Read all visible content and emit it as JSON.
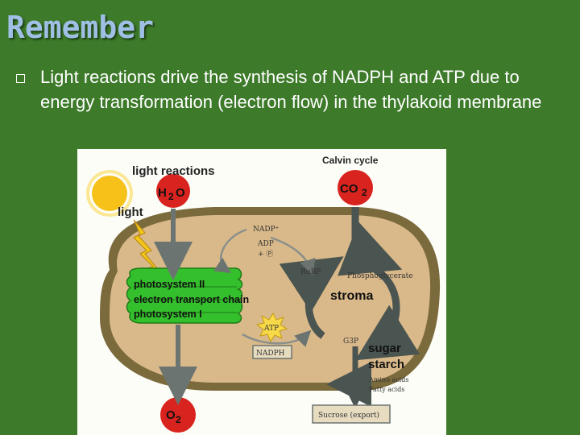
{
  "slide": {
    "title": "Remember",
    "bullet_text": "Light reactions drive the synthesis of NADPH and ATP due to energy transformation (electron flow) in the thylakoid membrane"
  },
  "figure": {
    "light_reactions": "light reactions",
    "calvin_cycle": "Calvin cycle",
    "h2o_h": "H",
    "h2o_2": "2",
    "h2o_o": "O",
    "co2_co": "CO",
    "co2_2": "2",
    "light": "light",
    "nadp": "NADP⁺",
    "adp": "ADP",
    "pi": "+ Ⓟ",
    "rubp": "RuBP",
    "phosphoglycerate": "Phosphoglycerate",
    "photosystem_ii": "photosystem II",
    "electron_transport_chain": "electron transport chain",
    "photosystem_i": "photosystem I",
    "stroma": "stroma",
    "atp": "ATP",
    "nadph": "NADPH",
    "g3p": "G3P",
    "sugar": "sugar",
    "starch": "starch",
    "amino_acids": "Amino acids",
    "fatty_acids": "Fatty acids",
    "o2_o": "O",
    "o2_2": "2",
    "sucrose": "Sucrose (export)"
  }
}
